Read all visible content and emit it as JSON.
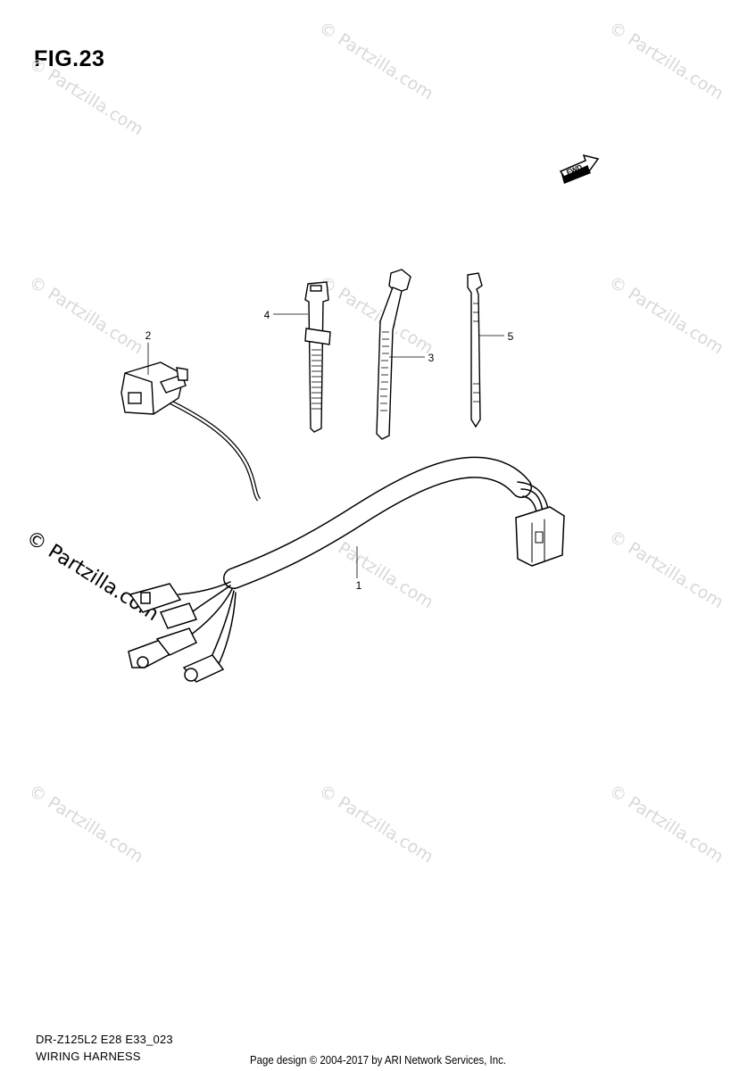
{
  "figure": {
    "title": "FIG.23",
    "direction_badge": "FWD"
  },
  "callouts": [
    {
      "number": "1",
      "part": "wiring-harness"
    },
    {
      "number": "2",
      "part": "connector-cover"
    },
    {
      "number": "3",
      "part": "clamp"
    },
    {
      "number": "4",
      "part": "band"
    },
    {
      "number": "5",
      "part": "cable-tie"
    }
  ],
  "watermark": {
    "text": "© Partzilla.com",
    "logo_text": "© Partzilla.com"
  },
  "model_code": "DR-Z125L2 E28 E33_023",
  "section_name": "WIRING HARNESS",
  "footer": "Page design © 2004-2017 by ARI Network Services, Inc.",
  "colors": {
    "line": "#000000",
    "watermark": "#d8d8d8",
    "background": "#ffffff"
  }
}
